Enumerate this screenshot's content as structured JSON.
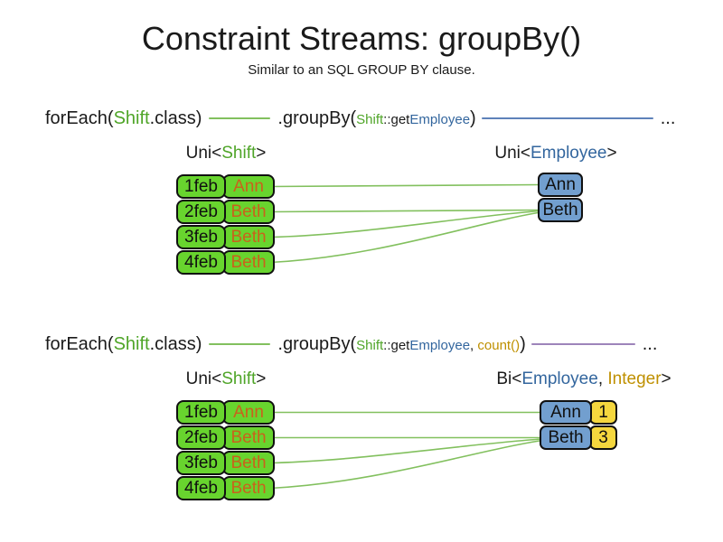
{
  "title": "Constraint Streams: groupBy()",
  "subtitle": "Similar to an SQL GROUP BY clause.",
  "colors": {
    "green-text": "#4fa528",
    "blue-text": "#33669e",
    "gold-text": "#bf9000",
    "orange-text": "#c9621c",
    "green-fill": "#68d42e",
    "blue-fill": "#729fcf",
    "yellow-fill": "#f5d73e",
    "line-green": "#82c05e",
    "line-blue": "#5e82ba",
    "line-purple": "#9d84ba"
  },
  "diagrams": [
    {
      "code": {
        "foreach_open": "forEach(",
        "foreach_type": "Shift",
        "foreach_close": ".class)",
        "groupby_open": ".groupBy(",
        "arg_class": "Shift",
        "arg_method": "::get",
        "arg_type": "Employee",
        "groupby_close": ")",
        "ellipsis": "..."
      },
      "source_label": {
        "open": "Uni<",
        "type": "Shift",
        "close": ">"
      },
      "result_label": {
        "open": "Uni<",
        "type": "Employee",
        "close": ">"
      },
      "facts": [
        {
          "date": "1feb",
          "employee": "Ann"
        },
        {
          "date": "2feb",
          "employee": "Beth"
        },
        {
          "date": "3feb",
          "employee": "Beth"
        },
        {
          "date": "4feb",
          "employee": "Beth"
        }
      ],
      "groups": [
        {
          "employee": "Ann"
        },
        {
          "employee": "Beth"
        }
      ]
    },
    {
      "code": {
        "foreach_open": "forEach(",
        "foreach_type": "Shift",
        "foreach_close": ".class)",
        "groupby_open": ".groupBy(",
        "arg_class": "Shift",
        "arg_method": "::get",
        "arg_type": "Employee",
        "arg_sep": ", ",
        "arg_collector": "count()",
        "groupby_close": ")",
        "ellipsis": "..."
      },
      "source_label": {
        "open": "Uni<",
        "type": "Shift",
        "close": ">"
      },
      "result_label": {
        "open": "Bi<",
        "type1": "Employee",
        "sep": ", ",
        "type2": "Integer",
        "close": ">"
      },
      "facts": [
        {
          "date": "1feb",
          "employee": "Ann"
        },
        {
          "date": "2feb",
          "employee": "Beth"
        },
        {
          "date": "3feb",
          "employee": "Beth"
        },
        {
          "date": "4feb",
          "employee": "Beth"
        }
      ],
      "groups": [
        {
          "employee": "Ann",
          "count": "1"
        },
        {
          "employee": "Beth",
          "count": "3"
        }
      ]
    }
  ]
}
